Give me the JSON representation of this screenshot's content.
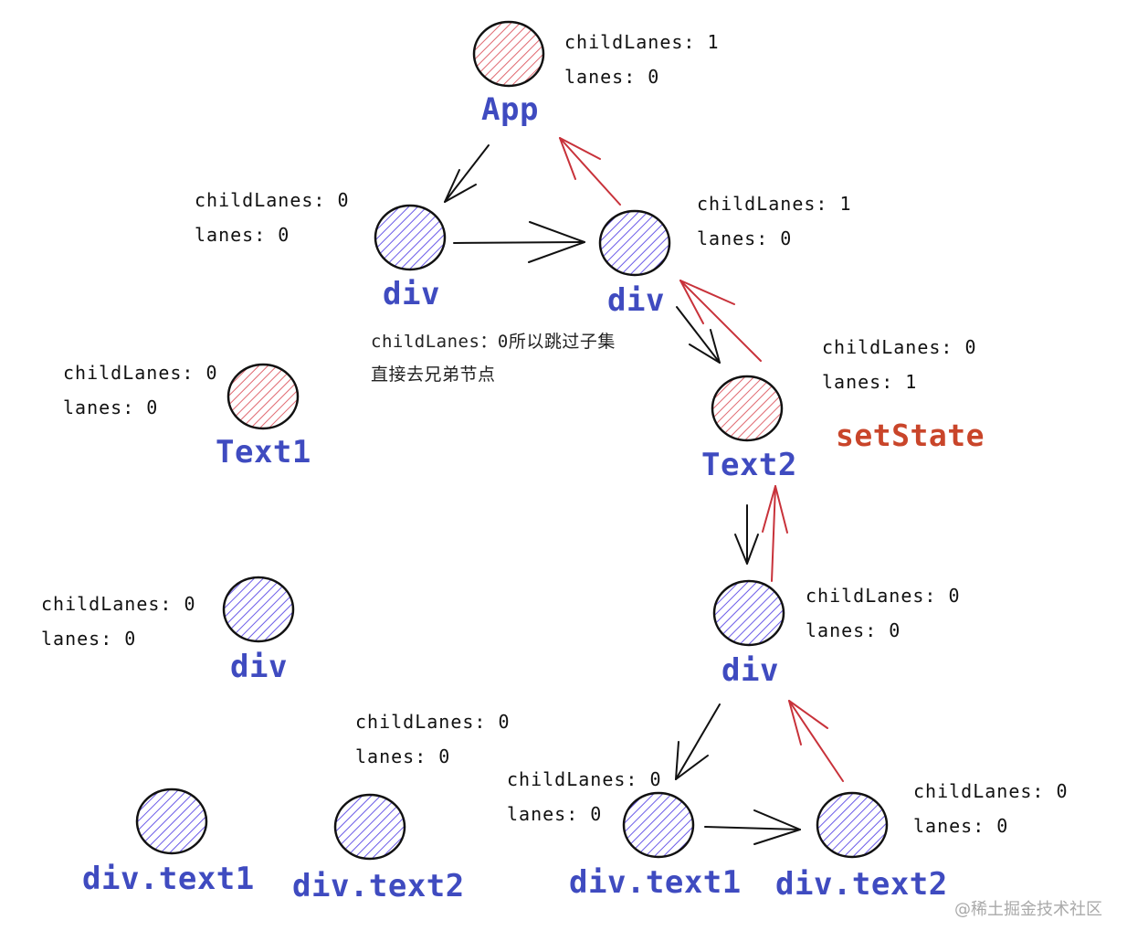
{
  "colors": {
    "label": "#3f4bc0",
    "arrow_black": "#111111",
    "arrow_red": "#c8323a",
    "hatch_blue": "#6b5be8",
    "hatch_red": "#e06870",
    "set_state": "#c9452a",
    "watermark": "#a9a9a9"
  },
  "nodes": {
    "app": {
      "label": "App",
      "child_lanes": "childLanes: 1",
      "lanes": "lanes: 0",
      "fill": "red"
    },
    "div_left": {
      "label": "div",
      "child_lanes": "childLanes: 0",
      "lanes": "lanes: 0",
      "fill": "blue"
    },
    "div_right": {
      "label": "div",
      "child_lanes": "childLanes: 1",
      "lanes": "lanes: 0",
      "fill": "blue"
    },
    "text1": {
      "label": "Text1",
      "child_lanes": "childLanes: 0",
      "lanes": "lanes: 0",
      "fill": "red"
    },
    "text2": {
      "label": "Text2",
      "child_lanes": "childLanes: 0",
      "lanes": "lanes: 1",
      "fill": "red"
    },
    "div_text1_parent": {
      "label": "div",
      "child_lanes": "childLanes: 0",
      "lanes": "lanes: 0",
      "fill": "blue"
    },
    "div_text2_parent": {
      "label": "div",
      "child_lanes": "childLanes: 0",
      "lanes": "lanes: 0",
      "fill": "blue"
    },
    "ltext1": {
      "label": "div.text1",
      "fill": "blue"
    },
    "ltext2": {
      "label": "div.text2",
      "child_lanes": "childLanes: 0",
      "lanes": "lanes: 0",
      "fill": "blue"
    },
    "rtext1": {
      "label": "div.text1",
      "child_lanes": "childLanes: 0",
      "lanes": "lanes: 0",
      "fill": "blue"
    },
    "rtext2": {
      "label": "div.text2",
      "child_lanes": "childLanes: 0",
      "lanes": "lanes: 0",
      "fill": "blue"
    }
  },
  "annotations": {
    "skip_note_line1": "childLanes：0所以跳过子集",
    "skip_note_line2": "直接去兄弟节点",
    "set_state": "setState"
  },
  "watermark": "@稀土掘金技术社区"
}
